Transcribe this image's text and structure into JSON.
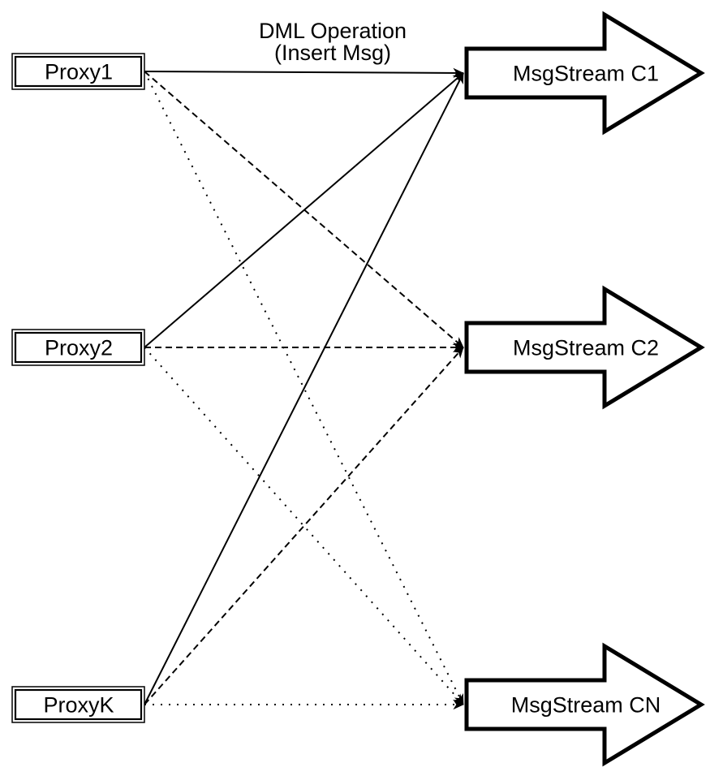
{
  "diagram": {
    "annotation": {
      "line1": "DML Operation",
      "line2": "(Insert Msg)"
    },
    "proxies": [
      {
        "id": "proxy1",
        "label": "Proxy1"
      },
      {
        "id": "proxy2",
        "label": "Proxy2"
      },
      {
        "id": "proxyk",
        "label": "ProxyK"
      }
    ],
    "streams": [
      {
        "id": "msgstream-c1",
        "label": "MsgStream C1"
      },
      {
        "id": "msgstream-c2",
        "label": "MsgStream C2"
      },
      {
        "id": "msgstream-cn",
        "label": "MsgStream CN"
      }
    ],
    "edges": [
      {
        "from": "Proxy1",
        "to": "MsgStream C1",
        "style": "solid"
      },
      {
        "from": "Proxy2",
        "to": "MsgStream C1",
        "style": "solid"
      },
      {
        "from": "ProxyK",
        "to": "MsgStream C1",
        "style": "solid"
      },
      {
        "from": "Proxy1",
        "to": "MsgStream C2",
        "style": "dashed"
      },
      {
        "from": "Proxy2",
        "to": "MsgStream C2",
        "style": "dashed"
      },
      {
        "from": "ProxyK",
        "to": "MsgStream C2",
        "style": "dashed"
      },
      {
        "from": "Proxy1",
        "to": "MsgStream CN",
        "style": "dotted"
      },
      {
        "from": "Proxy2",
        "to": "MsgStream CN",
        "style": "dotted"
      },
      {
        "from": "ProxyK",
        "to": "MsgStream CN",
        "style": "dotted"
      }
    ],
    "colors": {
      "stroke": "#000000",
      "fill": "#ffffff",
      "background": "#ffffff"
    }
  }
}
